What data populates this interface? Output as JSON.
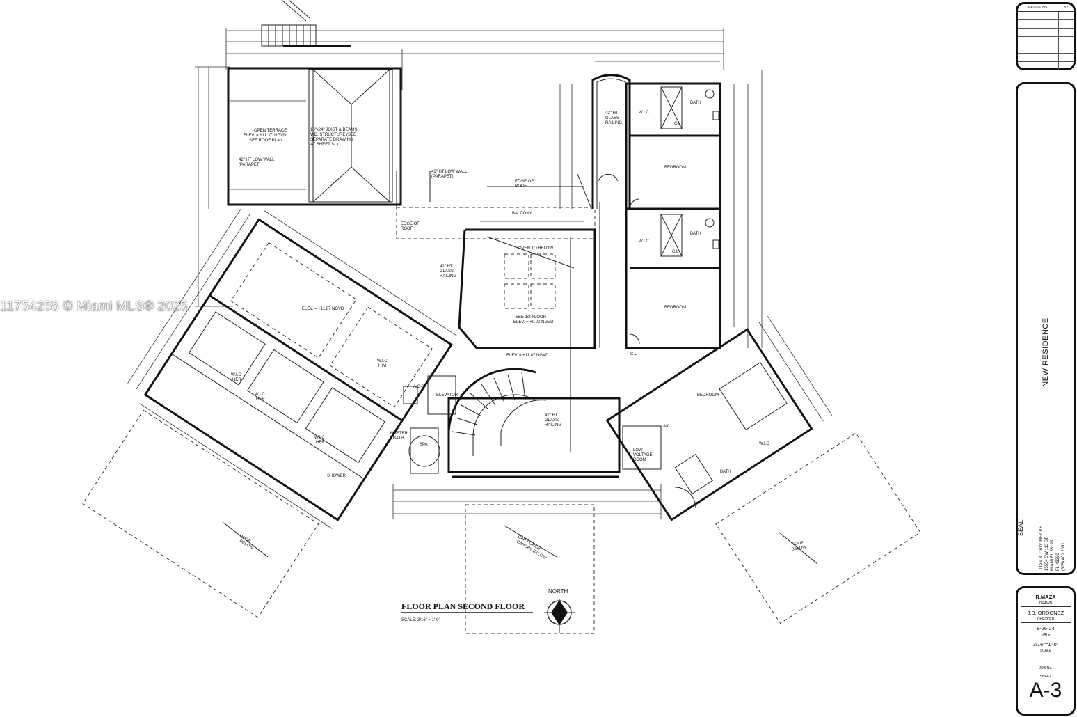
{
  "watermark": "11754258 © Miami MLS® 2025",
  "plan": {
    "title": "FLOOR PLAN SECOND FLOOR",
    "scale_note": "SCALE: 3/16\" = 1'-0\"",
    "north_label": "NORTH",
    "rooms": {
      "open_terrace": [
        "OPEN TERRACE",
        "ELEV. = +11.37' NGVD",
        "SEE ROOF PLAN"
      ],
      "joist_note": [
        "16\"x24\" JOIST & BEAMS",
        "WD. STRUCTURE (SEE",
        "SEPARATE DRAWING",
        "AT SHEET S-   )"
      ],
      "low_wall_left": [
        "42\" HT LOW WALL",
        "(PARAPET)"
      ],
      "low_wall_mid": [
        "42\" HT LOW WALL",
        "(PARAPET)"
      ],
      "edge_roof_1": [
        "EDGE OF",
        "ROOF"
      ],
      "edge_roof_2": [
        "EDGE OF",
        "ROOF"
      ],
      "balcony": "BALCONY",
      "glass_railing_top": [
        "42\" HT",
        "GLASS",
        "RAILING"
      ],
      "glass_railing_mid": [
        "42\" HT",
        "GLASS",
        "RAILING"
      ],
      "glass_railing_stair": [
        "42\" HT",
        "GLASS",
        "RAILING"
      ],
      "open_to_below": "OPEN TO BELOW",
      "see_first_floor": [
        "SEE 1st FLOOR",
        "ELEV. = +0.00 NGVD"
      ],
      "elev_hall": "ELEV. = +11.87 NGVD",
      "elev_master": "ELEV. = +11.87 NGVD",
      "wic_1": "W.I.C",
      "wic_2": "W.I.C",
      "wic_right": "W.I.C",
      "wic_him": [
        "W.I.C",
        "HIM"
      ],
      "wic_her_1": [
        "W.I.C",
        "HER"
      ],
      "wic_her_2": [
        "W.I.C",
        "HER"
      ],
      "wic_her_3": [
        "W.I.C",
        "HER"
      ],
      "bath_1": "BATH",
      "bath_2": "BATH",
      "bath_3": "BATH",
      "cl_1": "C.L",
      "cl_2": "C.L",
      "cl_3": "C.L",
      "bedroom_1": "BEDROOM",
      "bedroom_2": "BEDROOM",
      "bedroom_3": "BEDROOM",
      "ac_1": "A/C-3",
      "ac_2": "A/C",
      "elevator": "ELEVATOR",
      "master_bath": [
        "MASTER",
        "BATH"
      ],
      "spa": "SPA",
      "shower": "SHOWER",
      "low_voltage": [
        "LOW",
        "VOLTAGE",
        "ROOM"
      ],
      "car_porch": [
        "CAR PORCH",
        "CANOPY BELOW"
      ],
      "roof_below_left": [
        "ROOF",
        "BELOW"
      ],
      "roof_below_right": [
        "ROOF",
        "BELOW"
      ]
    }
  },
  "title_block": {
    "revisions_label": "REVISIONS",
    "by_label": "BY",
    "project_title": "NEW RESIDENCE",
    "seal_label": "SEAL:",
    "engineer_lines": [
      "JUAN B. ORDONEZ P.E.",
      "15554 SW 113 ST",
      "MIAMI FL 33196",
      "FL-43380",
      "(305) 401 2051"
    ],
    "drawn_value": "R.MAZA",
    "drawn_label": "DRAWN",
    "checked_value": "J.B. ORDONEZ",
    "checked_label": "CHECKED",
    "date_value": "8-26-24",
    "date_label": "DATE",
    "scale_value": "3/16\"=1'-0\"",
    "scale_label": "SCALE",
    "job_label": "JOB No.",
    "sheet_label": "SHEET",
    "sheet_number": "A-3"
  }
}
